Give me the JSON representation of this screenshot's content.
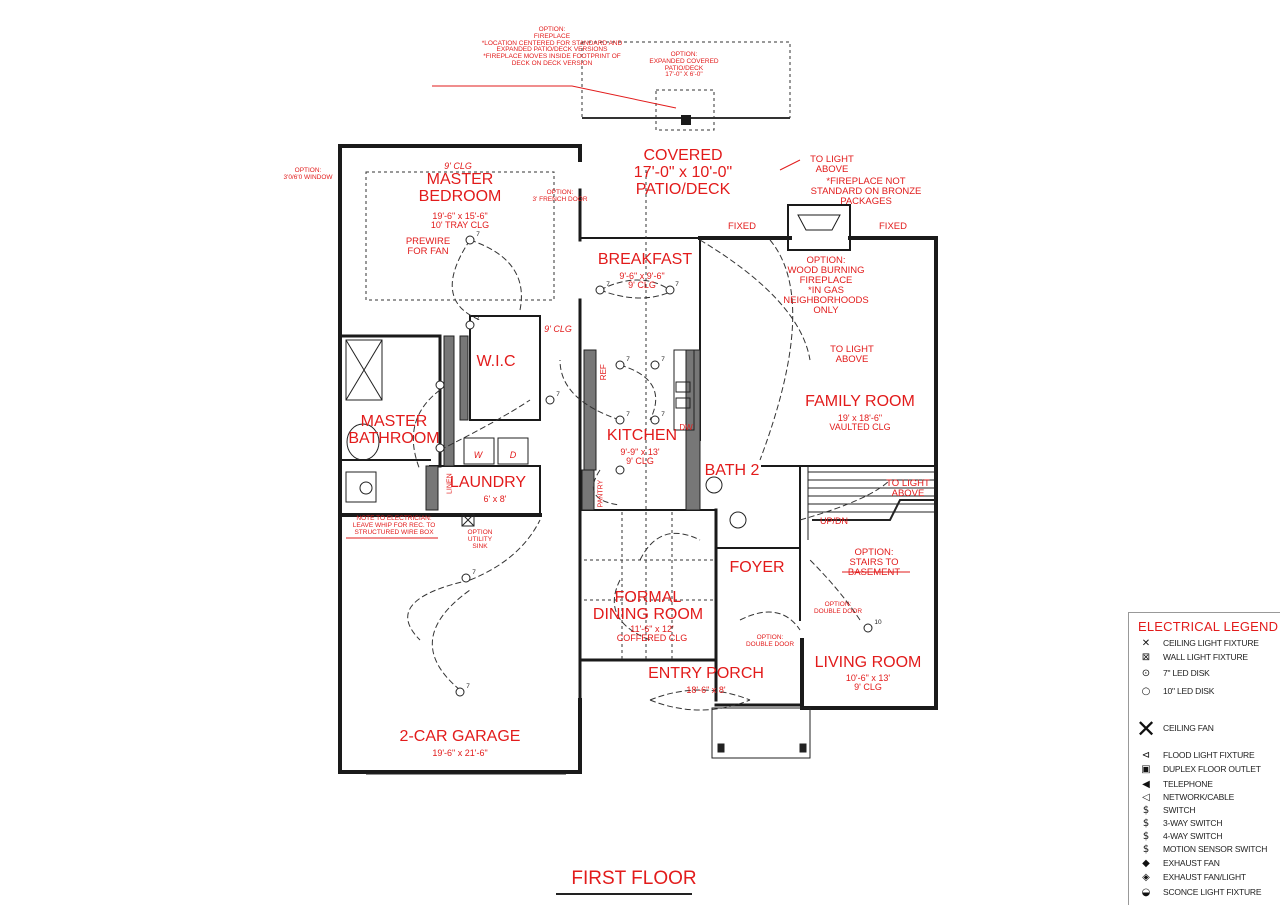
{
  "rooms": {
    "master_bedroom": {
      "name_line1": "MASTER",
      "name_line2": "BEDROOM",
      "dims": "19'-6\" x 15'-6\"",
      "ceiling": "10' TRAY CLG",
      "clg_note": "9' CLG",
      "prewire_line1": "PREWIRE",
      "prewire_line2": "FOR FAN"
    },
    "covered_patio": {
      "name": "COVERED",
      "dims": "17'-0\" x 10'-0\"",
      "name_line3": "PATIO/DECK"
    },
    "breakfast": {
      "name": "BREAKFAST",
      "dims": "9'-6\" x 9'-6\"",
      "ceiling": "9' CLG"
    },
    "wic": {
      "name": "W.I.C",
      "clg": "9' CLG"
    },
    "master_bathroom": {
      "name_line1": "MASTER",
      "name_line2": "BATHROOM"
    },
    "kitchen": {
      "name": "KITCHEN",
      "dims": "9'-9\" x 13'",
      "ceiling": "9' CLG",
      "ref": "REF",
      "dw": "DW",
      "pantry": "PANTRY"
    },
    "family_room": {
      "name": "FAMILY ROOM",
      "dims": "19' x 18'-6\"",
      "ceiling": "VAULTED CLG"
    },
    "laundry": {
      "name": "LAUNDRY",
      "dims": "6' x 8'",
      "w": "W",
      "d": "D",
      "linen": "LINEN"
    },
    "bath2": {
      "name": "BATH 2"
    },
    "foyer": {
      "name": "FOYER"
    },
    "formal_dining": {
      "name_line1": "FORMAL",
      "name_line2": "DINING ROOM",
      "dims": "11'-6\" x 12'",
      "ceiling": "COFFERED CLG"
    },
    "entry_porch": {
      "name": "ENTRY PORCH",
      "dims": "18'-6\" x 8'"
    },
    "living_room": {
      "name": "LIVING ROOM",
      "dims": "10'-6\" x 13'",
      "ceiling": "9' CLG"
    },
    "garage": {
      "name": "2-CAR GARAGE",
      "dims": "19'-6\" x 21'-6\""
    },
    "stairs": {
      "label": "UP/DN"
    }
  },
  "notes": {
    "fireplace_option": [
      "OPTION:",
      "FIREPLACE",
      "*LOCATION CENTERED FOR STANDARD AND",
      "EXPANDED PATIO/DECK VERSIONS",
      "*FIREPLACE MOVES INSIDE FOOTPRINT OF",
      "DECK ON DECK VERSION"
    ],
    "expanded_patio": [
      "OPTION:",
      "EXPANDED COVERED",
      "PATIO/DECK",
      "17'-0\" X 6'-0\""
    ],
    "window_option": [
      "OPTION:",
      "3'0/6'0 WINDOW"
    ],
    "french_door": [
      "OPTION:",
      "3' FRENCH DOOR"
    ],
    "light_above_1": [
      "TO LIGHT",
      "ABOVE"
    ],
    "fireplace_not_std": [
      "*FIREPLACE NOT",
      "STANDARD ON BRONZE",
      "PACKAGES"
    ],
    "fixed_left": "FIXED",
    "fixed_right": "FIXED",
    "wood_fireplace": [
      "OPTION:",
      "WOOD BURNING",
      "FIREPLACE",
      "*IN GAS",
      "NEIGHBORHOODS",
      "ONLY"
    ],
    "light_above_2": [
      "TO LIGHT",
      "ABOVE"
    ],
    "light_above_3": [
      "TO LIGHT",
      "ABOVE"
    ],
    "electrician": [
      "NOTE TO ELECTRICIAN:",
      "LEAVE WHIP FOR REC. TO",
      "STRUCTURED WIRE BOX"
    ],
    "utility_sink": [
      "OPTION",
      "UTILITY",
      "SINK"
    ],
    "stairs_option": [
      "OPTION:",
      "STAIRS TO",
      "BASEMENT"
    ],
    "double_door_1": [
      "OPTION:",
      "DOUBLE DOOR"
    ],
    "double_door_2": [
      "OPTION:",
      "DOUBLE DOOR"
    ]
  },
  "fixture_marks": [
    "7",
    "7",
    "7",
    "7",
    "7",
    "7",
    "7",
    "7",
    "7",
    "7",
    "7",
    "10"
  ],
  "floor_title": "FIRST FLOOR",
  "legend": {
    "title": "ELECTRICAL LEGEND",
    "items": [
      {
        "icon": "ceiling-light-icon",
        "label": "CEILING LIGHT FIXTURE"
      },
      {
        "icon": "wall-light-icon",
        "label": "WALL LIGHT FIXTURE"
      },
      {
        "icon": "led-disk-7-icon",
        "label": "7\" LED DISK"
      },
      {
        "icon": "led-disk-10-icon",
        "label": "10\" LED DISK"
      },
      {
        "icon": "ceiling-fan-icon",
        "label": "CEILING FAN"
      },
      {
        "icon": "flood-light-icon",
        "label": "FLOOD LIGHT FIXTURE"
      },
      {
        "icon": "duplex-floor-outlet-icon",
        "label": "DUPLEX FLOOR OUTLET"
      },
      {
        "icon": "telephone-icon",
        "label": "TELEPHONE"
      },
      {
        "icon": "network-cable-icon",
        "label": "NETWORK/CABLE"
      },
      {
        "icon": "switch-icon",
        "label": "SWITCH"
      },
      {
        "icon": "three-way-switch-icon",
        "label": "3-WAY SWITCH"
      },
      {
        "icon": "four-way-switch-icon",
        "label": "4-WAY SWITCH"
      },
      {
        "icon": "motion-sensor-switch-icon",
        "label": "MOTION SENSOR SWITCH"
      },
      {
        "icon": "exhaust-fan-icon",
        "label": "EXHAUST FAN"
      },
      {
        "icon": "exhaust-fan-light-icon",
        "label": "EXHAUST FAN/LIGHT"
      },
      {
        "icon": "sconce-light-icon",
        "label": "SCONCE LIGHT FIXTURE"
      }
    ]
  },
  "colors": {
    "label": "#e21b1b",
    "wall": "#1a1a1a",
    "wire": "#333333"
  }
}
